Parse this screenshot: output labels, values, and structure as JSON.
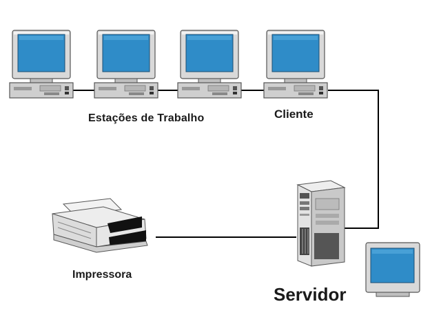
{
  "labels": {
    "workstations": "Estações  de Trabalho",
    "client": "Cliente",
    "printer": "Impressora",
    "server": "Servidor"
  },
  "colors": {
    "screen": "#2f8cc8",
    "case": "#d8d8d8",
    "line": "#000000"
  },
  "nodes": [
    {
      "name": "workstation-1",
      "icon": "computer-icon"
    },
    {
      "name": "workstation-2",
      "icon": "computer-icon"
    },
    {
      "name": "workstation-3",
      "icon": "computer-icon"
    },
    {
      "name": "client",
      "icon": "computer-icon"
    },
    {
      "name": "server",
      "icon": "server-tower-icon"
    },
    {
      "name": "server-monitor",
      "icon": "monitor-icon"
    },
    {
      "name": "printer",
      "icon": "printer-icon"
    }
  ]
}
